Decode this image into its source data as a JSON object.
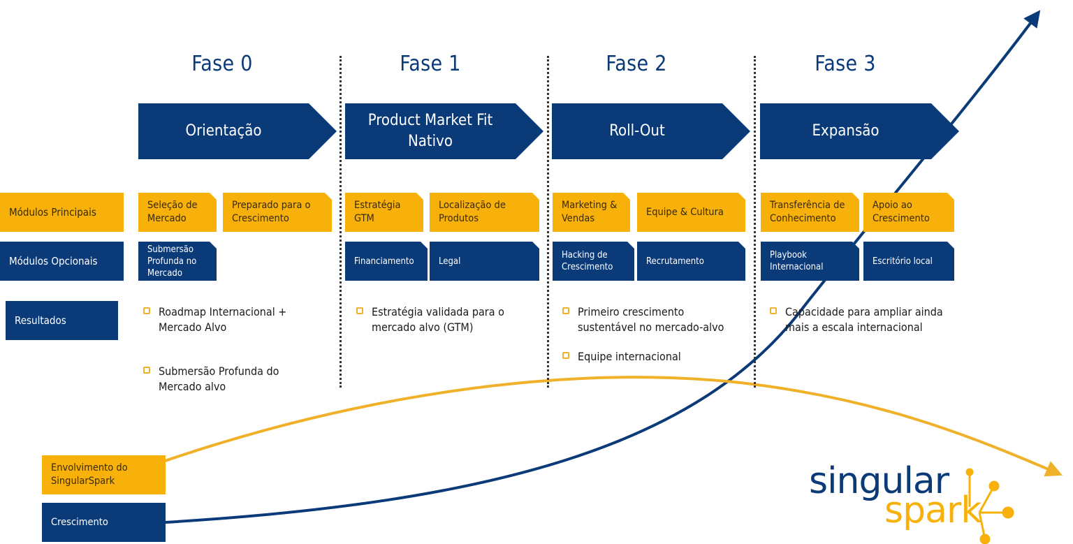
{
  "phases": [
    {
      "title": "Fase 0",
      "stage": "Orientação"
    },
    {
      "title": "Fase 1",
      "stage": "Product Market Fit Nativo"
    },
    {
      "title": "Fase 2",
      "stage": "Roll-Out"
    },
    {
      "title": "Fase 3",
      "stage": "Expansão"
    }
  ],
  "row_labels": {
    "core": "Módulos Principais",
    "optional": "Módulos Opcionais",
    "results": "Resultados"
  },
  "core_modules": [
    "Seleção de Mercado",
    "Preparado para o Crescimento",
    "Estratégia GTM",
    "Localização de Produtos",
    "Marketing & Vendas",
    "Equipe & Cultura",
    "Transferência de Conhecimento",
    "Apoio ao Crescimento"
  ],
  "optional_modules": [
    "Submersão Profunda no Mercado",
    "Financiamento",
    "Legal",
    "Hacking de Crescimento",
    "Recrutamento",
    "Playbook Internacional",
    "Escritório local"
  ],
  "results": [
    "Roadmap Internacional + Mercado Alvo",
    "Submersão Profunda do Mercado alvo",
    "Estratégia validada para o mercado alvo (GTM)",
    "Primeiro crescimento sustentável no mercado-alvo",
    "Equipe internacional",
    "Capacidade para ampliar ainda mais a escala internacional"
  ],
  "legend": {
    "involvement": "Envolvimento do SingularSpark",
    "growth": "Crescimento"
  },
  "logo": {
    "line1": "singular",
    "line2": "spark"
  },
  "colors": {
    "navy": "#0b3a78",
    "gold": "#f7b10a",
    "curve_gold": "#f0b12a"
  }
}
